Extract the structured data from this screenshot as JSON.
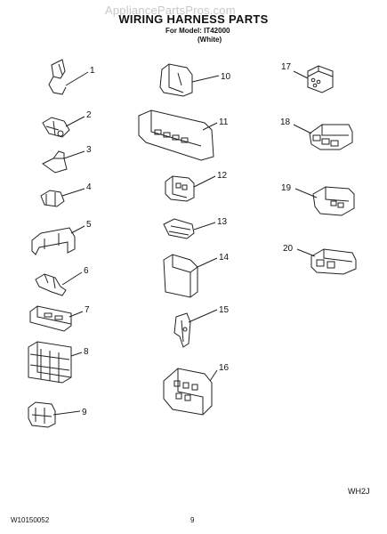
{
  "header": {
    "watermark": "AppliancePartsPros.com",
    "title": "WIRING HARNESS PARTS",
    "model_line": "For Model: IT42000",
    "color_line": "(White)"
  },
  "parts": {
    "labels": [
      "1",
      "2",
      "3",
      "4",
      "5",
      "6",
      "7",
      "8",
      "9",
      "10",
      "11",
      "12",
      "13",
      "14",
      "15",
      "16",
      "17",
      "18",
      "19",
      "20"
    ]
  },
  "footer": {
    "code": "WH2J",
    "doc_number": "W10150052",
    "page_number": "9"
  }
}
